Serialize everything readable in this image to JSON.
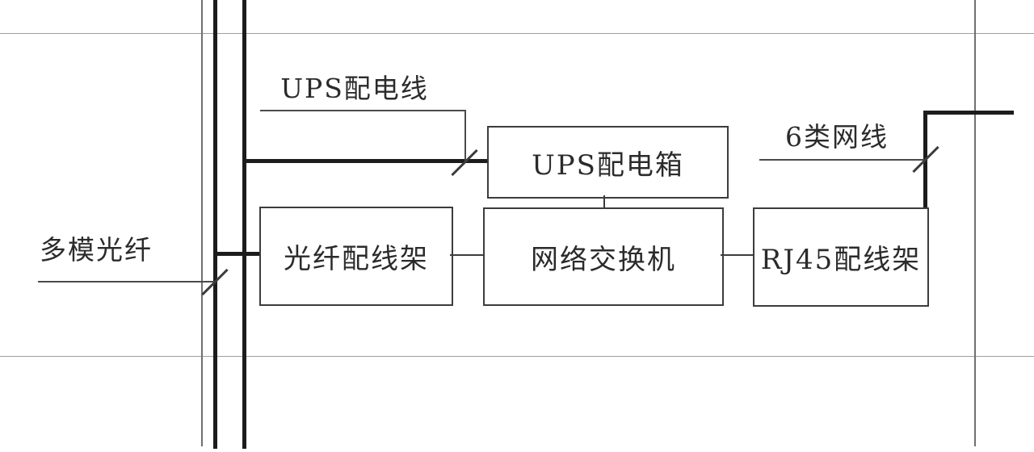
{
  "diagram": {
    "labels": {
      "ups_line": "UPS配电线",
      "multimode_fiber": "多模光纤",
      "cat6_cable": "6类网线"
    },
    "boxes": {
      "ups_distribution_box": "UPS配电箱",
      "fiber_patch_panel": "光纤配线架",
      "network_switch": "网络交换机",
      "rj45_patch_panel": "RJ45配线架"
    },
    "colors": {
      "background": "#ffffff",
      "thick_cable": "#1c1c1c",
      "box_border": "#3c3c3c",
      "leader_line": "#4a4a4a",
      "grid_line": "#9e9e9e",
      "thin_riser": "#707070",
      "text": "#2b2b2b"
    }
  }
}
